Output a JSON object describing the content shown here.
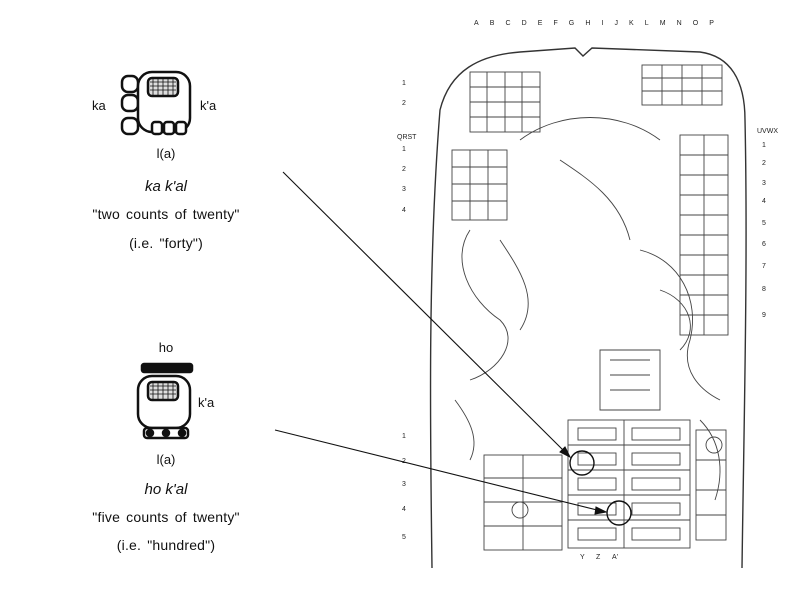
{
  "glyph_one": {
    "left_label": "ka",
    "right_label": "k'a",
    "bottom_label": "l(a)",
    "reading": "ka k'al",
    "meaning": "\"two counts of twenty\"",
    "gloss": "(i.e. \"forty\")"
  },
  "glyph_two": {
    "top_label": "ho",
    "right_label": "k'a",
    "bottom_label": "l(a)",
    "reading": "ho k'al",
    "meaning": "\"five counts of twenty\"",
    "gloss": "(i.e. \"hundred\")"
  },
  "monument": {
    "top_columns": [
      "A",
      "B",
      "C",
      "D",
      "E",
      "F",
      "G",
      "H",
      "I",
      "J",
      "K",
      "L",
      "M",
      "N",
      "O",
      "P"
    ],
    "left_rows_top": [
      "1",
      "2"
    ],
    "left_block_header": "QRST",
    "left_rows_mid": [
      "1",
      "2",
      "3",
      "4"
    ],
    "right_block_header": "UVWX",
    "right_rows": [
      "1",
      "2",
      "3",
      "4",
      "5",
      "6",
      "7",
      "8",
      "9"
    ],
    "left_rows_bottom": [
      "1",
      "2",
      "3",
      "4",
      "5"
    ],
    "bottom_columns": [
      "Y",
      "Z",
      "A'"
    ]
  }
}
